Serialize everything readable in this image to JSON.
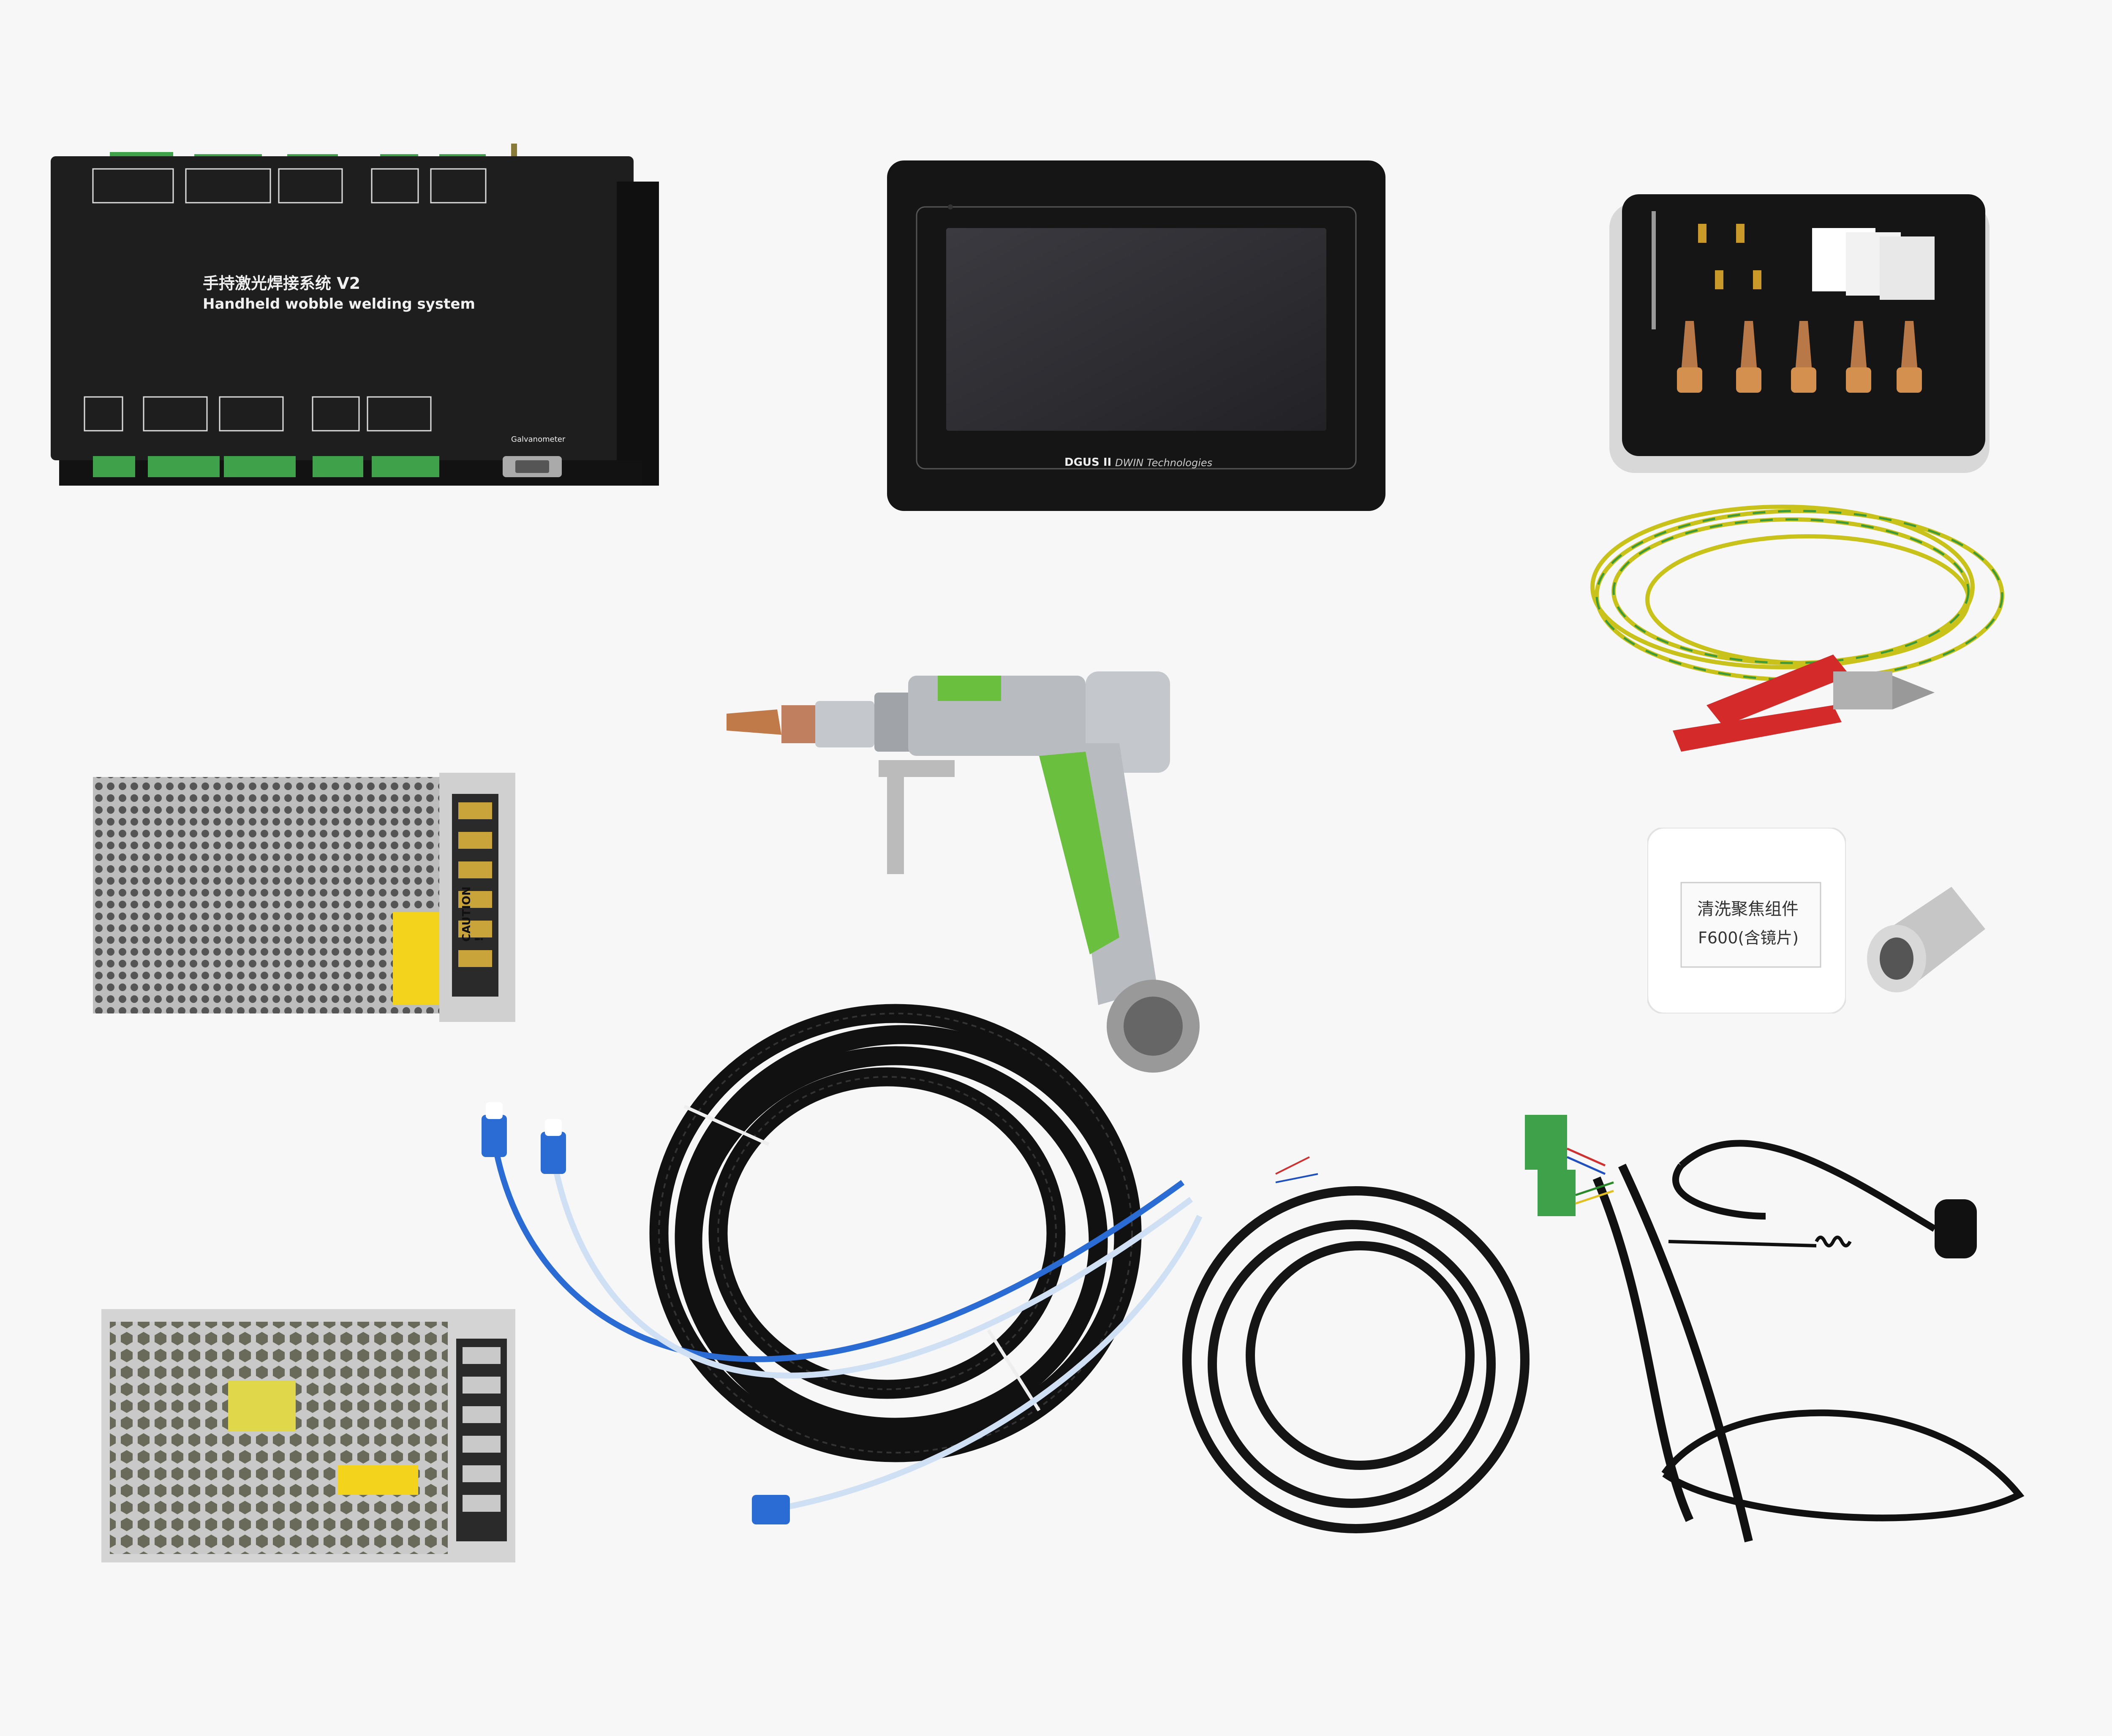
{
  "controller": {
    "title_cn": "手持激光焊接系统 V2",
    "title_en": "Handheld wobble welding system",
    "port_label": "Galvanometer",
    "colors": {
      "body": "#1e1e1e",
      "terminal": "#3fa24a"
    }
  },
  "screen": {
    "brand_logo": "DGUS II",
    "brand_text": "DWIN Technologies",
    "colors": {
      "bezel": "#151515",
      "display": "#2d2d31"
    }
  },
  "power_supply": {
    "caution_label": "CAUTION !",
    "colors": {
      "mesh": "#b9b9b9",
      "terminal": "#2a2a2a",
      "warning": "#f3d31c"
    }
  },
  "lens_box": {
    "label_line1": "清洗聚焦组件",
    "label_line2": "F600(含镜片)"
  },
  "welding_gun": {
    "colors": {
      "accent": "#6abf3e",
      "body": "#b8bcc0",
      "nozzle": "#c07a4a"
    }
  },
  "cables": {
    "colors": {
      "braid": "#111111",
      "ground": "#c8c21a",
      "clip": "#d42a2a",
      "tube": "#2a6bd4"
    }
  }
}
